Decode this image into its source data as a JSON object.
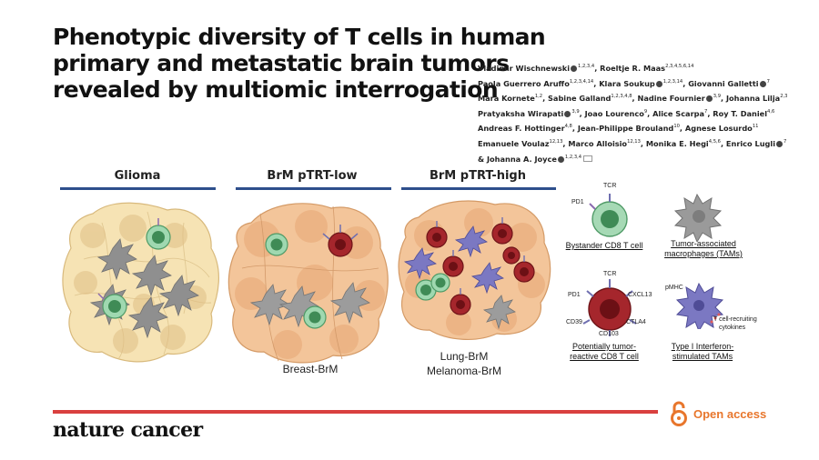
{
  "title_lines": [
    "Phenotypic diversity of T cells in human",
    "primary and metastatic brain tumors",
    "revealed by multiomic interrogation"
  ],
  "authors_lines": [
    [
      {
        "n": "Vladimir Wischnewski",
        "s": "1,2,3,4",
        "o": true
      },
      {
        "n": ", Roeltje R. Maas",
        "s": "2,3,4,5,6,14"
      }
    ],
    [
      {
        "n": "Paola Guerrero Aruffo",
        "s": "1,2,3,4,14"
      },
      {
        "n": ", Klara Soukup",
        "s": "1,2,3,14",
        "o": true
      },
      {
        "n": ", Giovanni Galletti",
        "s": "7",
        "o": true
      }
    ],
    [
      {
        "n": "Mara Kornete",
        "s": "1,2"
      },
      {
        "n": ", Sabine Galland",
        "s": "1,2,3,4,8"
      },
      {
        "n": ", Nadine Fournier",
        "s": "3,9",
        "o": true
      },
      {
        "n": ", Johanna Lilja",
        "s": "2,3"
      }
    ],
    [
      {
        "n": "Pratyaksha Wirapati",
        "s": "3,9",
        "o": true
      },
      {
        "n": ", Joao Lourenco",
        "s": "9"
      },
      {
        "n": ", Alice Scarpa",
        "s": "7"
      },
      {
        "n": ", Roy T. Daniel",
        "s": "4,6"
      }
    ],
    [
      {
        "n": "Andreas F. Hottinger",
        "s": "4,8"
      },
      {
        "n": ", Jean-Philippe Brouland",
        "s": "10"
      },
      {
        "n": ", Agnese Losurdo",
        "s": "11"
      }
    ],
    [
      {
        "n": "Emanuele Voulaz",
        "s": "12,13"
      },
      {
        "n": ", Marco Alloisio",
        "s": "12,13"
      },
      {
        "n": ", Monika E. Hegi",
        "s": "4,5,6"
      },
      {
        "n": ", Enrico Lugli",
        "s": "7",
        "o": true
      }
    ],
    [
      {
        "n": "& Johanna A. Joyce",
        "s": "1,2,3,4",
        "o": true,
        "e": true
      }
    ]
  ],
  "panels": {
    "glioma": "Glioma",
    "low": "BrM pTRT-low",
    "high": "BrM pTRT-high"
  },
  "captions": {
    "low": "Breast-BrM",
    "high_1": "Lung-BrM",
    "high_2": "Melanoma-BrM"
  },
  "legend": {
    "bystander_label": "Bystander CD8 T cell",
    "tam_label_1": "Tumor-associated",
    "tam_label_2": "macrophages (TAMs)",
    "reactive_label_1": "Potentially tumor-",
    "reactive_label_2": "reactive CD8 T cell",
    "ifn_label_1": "Type I Interferon-",
    "ifn_label_2": "stimulated TAMs",
    "markers": {
      "tcr": "TCR",
      "pd1": "PD1",
      "tcr2": "TCR",
      "pd1b": "PD1",
      "cxcl13": "CXCL13",
      "cd39": "CD39",
      "ctla4": "CTLA4",
      "cd103": "CD103",
      "pmhc": "pMHC",
      "cyto_1": "T cell-recruiting",
      "cyto_2": "cytokines"
    }
  },
  "footer": {
    "journal": "nature cancer",
    "open_access": "Open access"
  },
  "colors": {
    "accent_red": "#d9403f",
    "open_access_orange": "#e8762c",
    "panel_line_blue": "#2e4f8c",
    "tumor_cell": "#f3d9ab",
    "bystander_t_cell": "#a6d9b5",
    "reactive_t_cell": "#a5262c",
    "tam": "#9a9a9a",
    "ifn_tam": "#7b78c2"
  }
}
